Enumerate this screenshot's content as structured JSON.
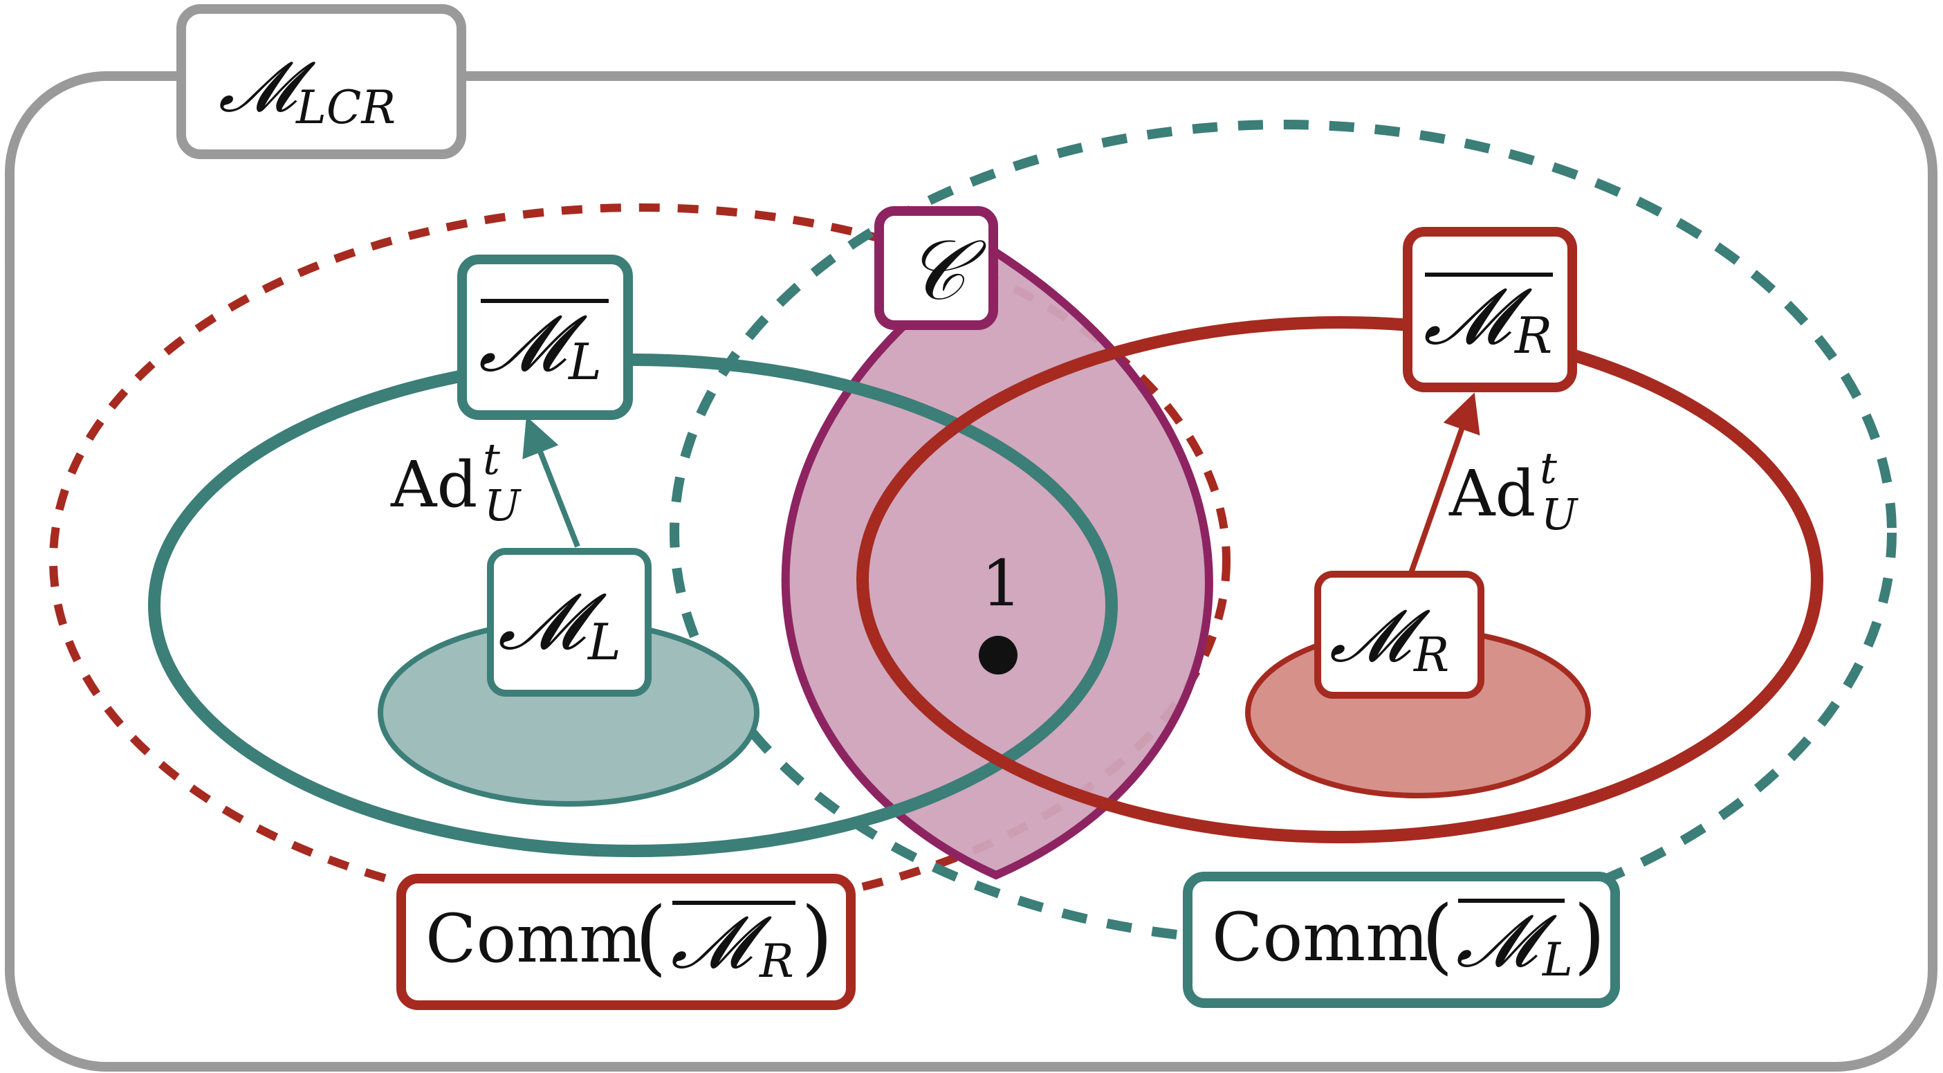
{
  "colors": {
    "outer": "#9a9a9a",
    "teal": "#3c7e78",
    "red": "#a62a20",
    "magenta": "#8d2461",
    "magenta_fill": "#cfa3bb",
    "teal_fill": "#9ebdbb",
    "red_fill": "#d6928a",
    "text": "#111111"
  },
  "labels": {
    "outer_script": "𝓜",
    "outer_sub": "LCR",
    "center_script": "𝒞",
    "ml_bar_script": "𝓜",
    "ml_bar_sub": "L",
    "mr_bar_script": "𝓜",
    "mr_bar_sub": "R",
    "ml_script": "𝓜",
    "ml_sub": "L",
    "mr_script": "𝓜",
    "mr_sub": "R",
    "ad_left_main": "Ad",
    "ad_left_sup": "t",
    "ad_left_sub": "U",
    "ad_right_main": "Ad",
    "ad_right_sup": "t",
    "ad_right_sub": "U",
    "unit_label": "1",
    "comm_left_word": "Comm",
    "comm_left_open": "(",
    "comm_left_script": "𝓜",
    "comm_left_sub": "R",
    "comm_left_close": ")",
    "comm_right_word": "Comm",
    "comm_right_open": "(",
    "comm_right_script": "𝓜",
    "comm_right_sub": "L",
    "comm_right_close": ")"
  }
}
